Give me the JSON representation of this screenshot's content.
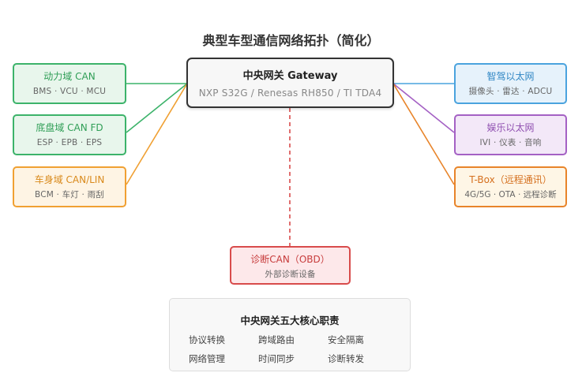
{
  "title": "典型车型通信网络拓扑（简化）",
  "gateway": {
    "title": "中央网关 Gateway",
    "subtitle": "NXP S32G / Renesas RH850 / TI TDA4",
    "border_color": "#333333"
  },
  "left_domains": [
    {
      "title": "动力域 CAN",
      "members": "BMS · VCU · MCU",
      "color": "#3cb36a"
    },
    {
      "title": "底盘域 CAN FD",
      "members": "ESP · EPB · EPS",
      "color": "#3cb36a"
    },
    {
      "title": "车身域 CAN/LIN",
      "members": "BCM · 车灯 · 雨刮",
      "color": "#f0a032"
    }
  ],
  "right_domains": [
    {
      "title": "智驾以太网",
      "members": "摄像头 · 雷达 · ADCU",
      "color": "#4aa3de"
    },
    {
      "title": "娱乐以太网",
      "members": "IVI · 仪表 · 音响",
      "color": "#a461c4"
    },
    {
      "title": "T-Box（远程通讯）",
      "members": "4G/5G · OTA · 远程诊断",
      "color": "#e8842a"
    }
  ],
  "diagnostic": {
    "title": "诊断CAN（OBD）",
    "subtitle": "外部诊断设备",
    "color": "#d84b4b",
    "link_style": "dashed"
  },
  "duties": {
    "heading": "中央网关五大核心职责",
    "items": [
      "协议转换",
      "跨域路由",
      "安全隔离",
      "网络管理",
      "时间同步",
      "诊断转发"
    ]
  }
}
